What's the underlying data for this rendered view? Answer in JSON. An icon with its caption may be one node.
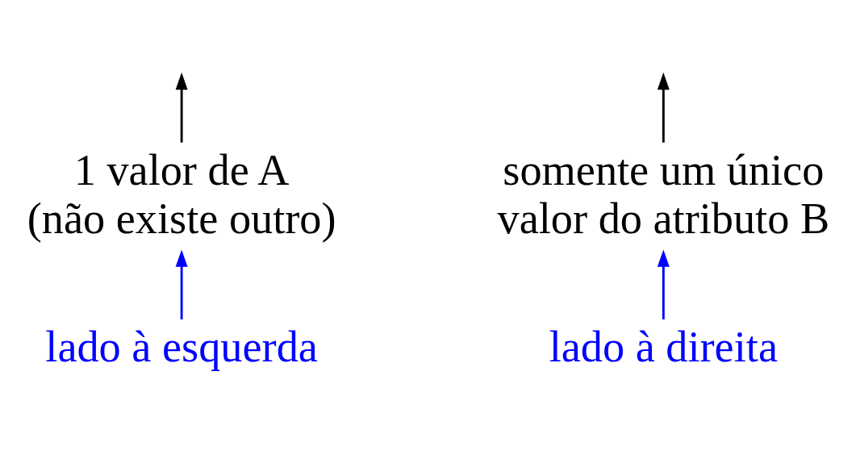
{
  "diagram": {
    "nodes": [
      {
        "text": [
          "1 valor de A (não existe outro)"
        ]
      },
      {
        "text": [
          "somente um único valor do atributo B"
        ]
      },
      {
        "text": [
          "lado à esquerda"
        ]
      },
      {
        "text": [
          "lado à direita"
        ]
      }
    ],
    "edges": [
      {
        "from": 0,
        "to": null,
        "arrow": "to"
      },
      {
        "from": 1,
        "to": null,
        "arrow": "to"
      },
      {
        "from": 2,
        "to": 0,
        "arrow": "to",
        "color": "#0000ff"
      },
      {
        "from": 3,
        "to": 1,
        "arrow": "to",
        "color": "#0000ff"
      }
    ]
  }
}
